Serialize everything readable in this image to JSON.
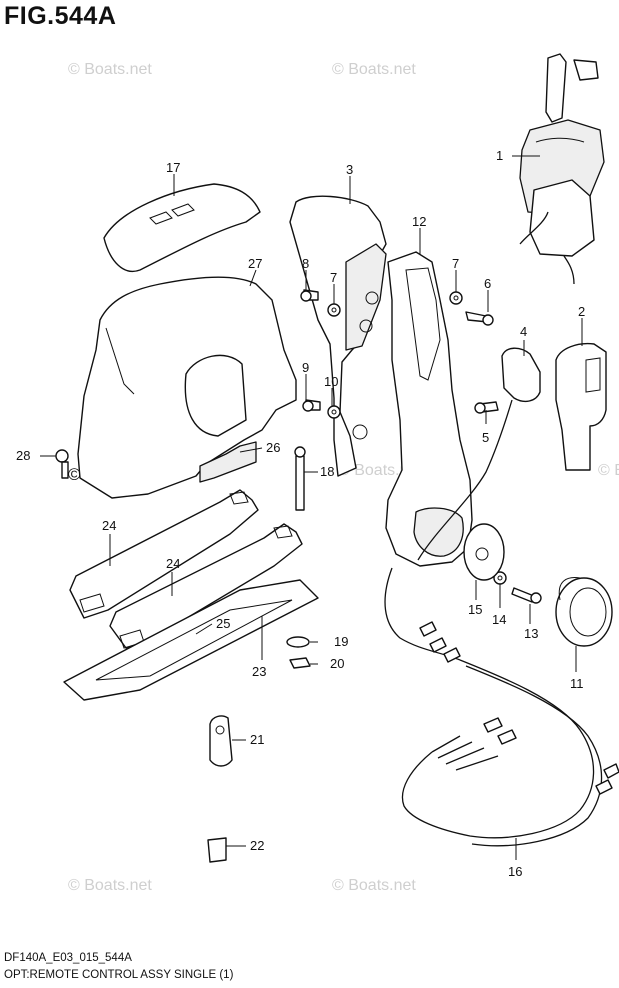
{
  "figure": {
    "title": "FIG.544A",
    "drawing_code": "DF140A_E03_015_544A",
    "caption": "OPT:REMOTE CONTROL ASSY SINGLE (1)"
  },
  "watermarks": [
    "© Boats.net",
    "© Boats.net",
    "© Boats.net",
    "© Boats.net",
    "© Boats.net",
    "© Boats.net",
    "© Boats.net"
  ],
  "callouts": [
    "1",
    "2",
    "3",
    "4",
    "5",
    "6",
    "7",
    "7",
    "8",
    "9",
    "10",
    "11",
    "12",
    "13",
    "14",
    "15",
    "16",
    "17",
    "18",
    "19",
    "20",
    "21",
    "22",
    "23",
    "24",
    "24",
    "25",
    "26",
    "27",
    "28"
  ]
}
